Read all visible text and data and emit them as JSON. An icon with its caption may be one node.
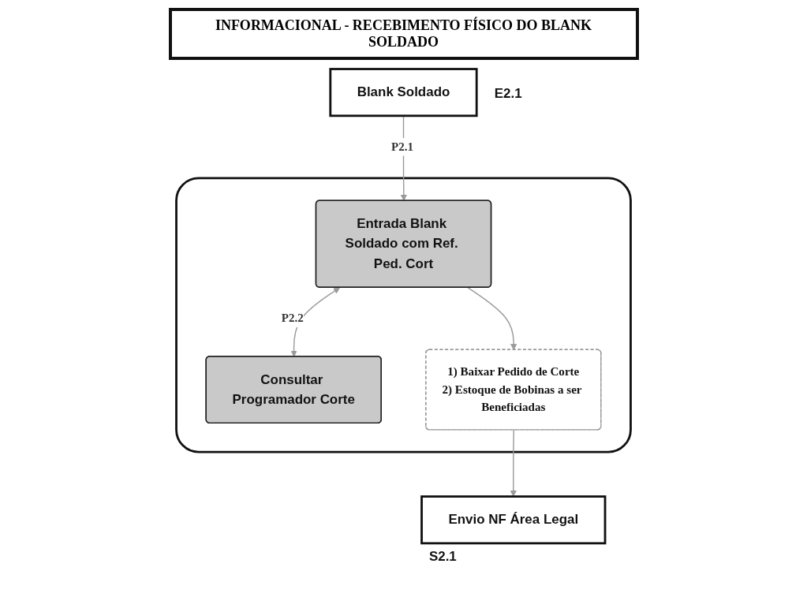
{
  "diagram": {
    "title": "INFORMACIONAL - RECEBIMENTO FÍSICO DO BLANK SOLDADO",
    "nodes": [
      {
        "text": [
          "Blank Soldado"
        ],
        "beside": [
          "E2.1"
        ]
      },
      {
        "text": [],
        "shape": "box"
      },
      {
        "text": [
          "Entrada Blank Soldado com Ref. Ped. Cort"
        ],
        "in": 1
      },
      {
        "text": [
          "Consultar Programador Corte"
        ],
        "in": 1
      },
      {
        "text": [
          "1) Baixar Pedido de Corte",
          "2) Estoque de Bobinas a ser Beneficiadas"
        ],
        "in": 1
      },
      {
        "text": [
          "Envio NF Área Legal"
        ],
        "beside": [
          "S2.1"
        ]
      }
    ],
    "edges": [
      {
        "from": 0,
        "to": 2,
        "arrow": "to",
        "label": "P2.1"
      },
      {
        "from": 2,
        "to": 3,
        "arrow": "both",
        "label": "P2.2"
      },
      {
        "from": 2,
        "to": 4,
        "arrow": "to"
      },
      {
        "from": 4,
        "to": 5,
        "arrow": "to"
      }
    ]
  }
}
